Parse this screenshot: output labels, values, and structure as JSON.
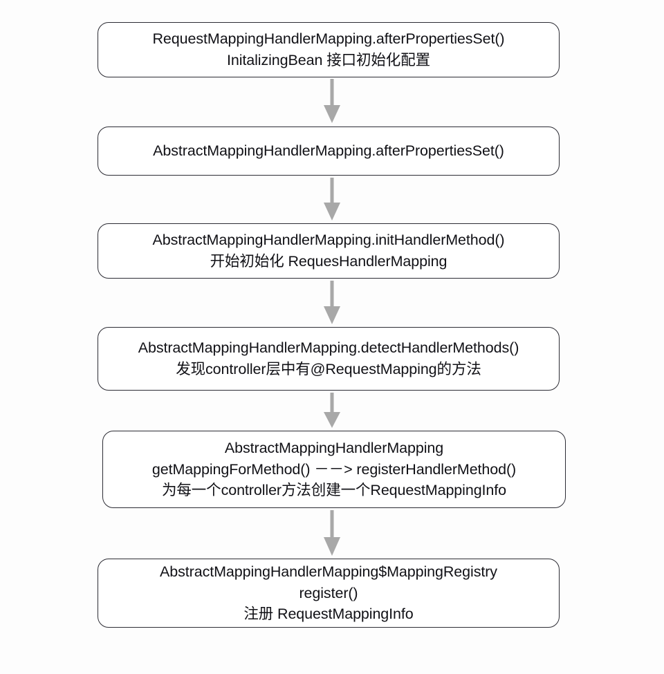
{
  "diagram": {
    "title": "Spring MVC RequestMappingHandlerMapping initialization flow",
    "background_color": "#fdfdfd",
    "node_border_color": "#2b2b33",
    "node_fill_color": "#ffffff",
    "arrow_color": "#a8a8a8",
    "text_color": "#111116",
    "nodes": [
      {
        "id": "node-1",
        "lines": [
          "RequestMappingHandlerMapping.afterPropertiesSet()",
          "InitalizingBean 接口初始化配置"
        ]
      },
      {
        "id": "node-2",
        "lines": [
          "AbstractMappingHandlerMapping.afterPropertiesSet()"
        ]
      },
      {
        "id": "node-3",
        "lines": [
          "AbstractMappingHandlerMapping.initHandlerMethod()",
          "开始初始化 RequesHandlerMapping"
        ]
      },
      {
        "id": "node-4",
        "lines": [
          "AbstractMappingHandlerMapping.detectHandlerMethods()",
          "发现controller层中有@RequestMapping的方法"
        ]
      },
      {
        "id": "node-5",
        "lines": [
          "AbstractMappingHandlerMapping",
          "getMappingForMethod()  －－>  registerHandlerMethod()",
          "为每一个controller方法创建一个RequestMappingInfo"
        ]
      },
      {
        "id": "node-6",
        "lines": [
          "AbstractMappingHandlerMapping$MappingRegistry",
          "register()",
          "注册 RequestMappingInfo"
        ]
      }
    ],
    "edges": [
      {
        "id": "arrow-1",
        "from": "node-1",
        "to": "node-2",
        "label": ""
      },
      {
        "id": "arrow-2",
        "from": "node-2",
        "to": "node-3",
        "label": ""
      },
      {
        "id": "arrow-3",
        "from": "node-3",
        "to": "node-4",
        "label": ""
      },
      {
        "id": "arrow-4",
        "from": "node-4",
        "to": "node-5",
        "label": ""
      },
      {
        "id": "arrow-5",
        "from": "node-5",
        "to": "node-6",
        "label": ""
      }
    ]
  }
}
